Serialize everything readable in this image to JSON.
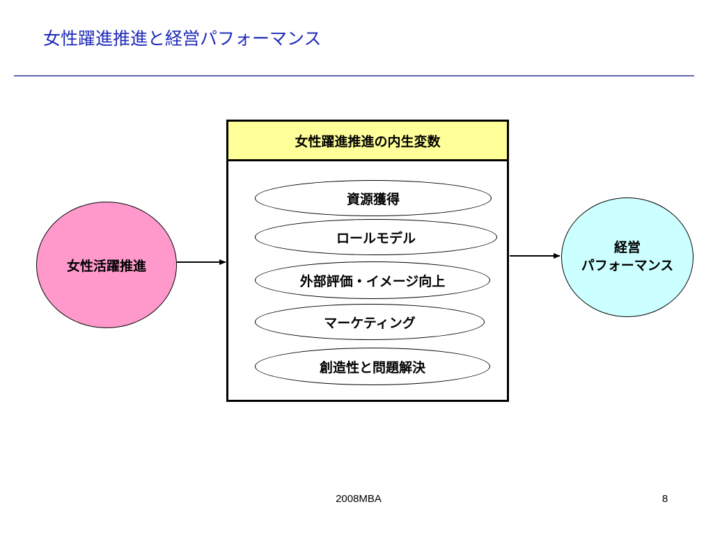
{
  "slide": {
    "title": "女性躍進推進と経営パフォーマンス",
    "footer_center": "2008MBA",
    "page_number": "8"
  },
  "diagram": {
    "left_node": {
      "label": "女性活躍推進",
      "color": "#ff99cc"
    },
    "center_box": {
      "header": "女性躍進推進の内生変数",
      "header_color": "#ffff99",
      "items": [
        "資源獲得",
        "ロールモデル",
        "外部評価・イメージ向上",
        "マーケティング",
        "創造性と問題解決"
      ]
    },
    "right_node": {
      "label_line1": "経営",
      "label_line2": "パフォーマンス",
      "color": "#ccffff"
    }
  }
}
